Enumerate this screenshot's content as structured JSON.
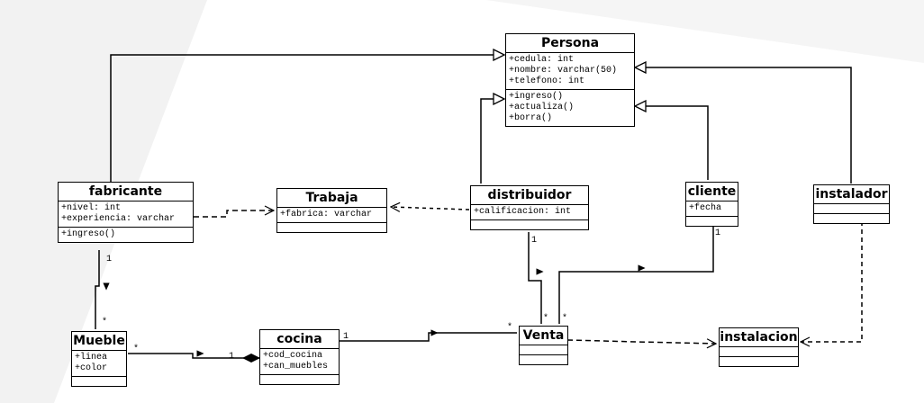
{
  "classes": {
    "persona": {
      "name": "Persona",
      "attributes": [
        "+cedula: int",
        "+nombre: varchar(50)",
        "+telefono: int"
      ],
      "operations": [
        "+ingreso()",
        "+actualiza()",
        "+borra()"
      ]
    },
    "fabricante": {
      "name": "fabricante",
      "attributes": [
        "+nivel: int",
        "+experiencia: varchar"
      ],
      "operations": [
        "+ingreso()"
      ]
    },
    "trabaja": {
      "name": "Trabaja",
      "attributes": [
        "+fabrica: varchar"
      ],
      "operations": []
    },
    "distribuidor": {
      "name": "distribuidor",
      "attributes": [
        "+calificacion: int"
      ],
      "operations": []
    },
    "cliente": {
      "name": "cliente",
      "attributes": [
        "+fecha"
      ],
      "operations": []
    },
    "instalador": {
      "name": "instalador",
      "attributes": [],
      "operations": []
    },
    "mueble": {
      "name": "Mueble",
      "attributes": [
        "+linea",
        "+color"
      ],
      "operations": []
    },
    "cocina": {
      "name": "cocina",
      "attributes": [
        "+cod_cocina",
        "+can_muebles"
      ],
      "operations": []
    },
    "venta": {
      "name": "Venta",
      "attributes": [],
      "operations": []
    },
    "instalacion": {
      "name": "instalacion",
      "attributes": [],
      "operations": []
    }
  },
  "multiplicities": {
    "fabricante_mueble_1": "1",
    "fabricante_mueble_many": "*",
    "mueble_cocina_many": "*",
    "mueble_cocina_1": "1",
    "cocina_venta_1": "1",
    "cocina_venta_many": "*",
    "distribuidor_venta_1": "1",
    "distribuidor_venta_many": "*",
    "cliente_venta_1": "1",
    "cliente_venta_many": "*"
  },
  "colors": {
    "line": "#000000",
    "background": "#ffffff",
    "watermark": "#f0f0f0"
  }
}
